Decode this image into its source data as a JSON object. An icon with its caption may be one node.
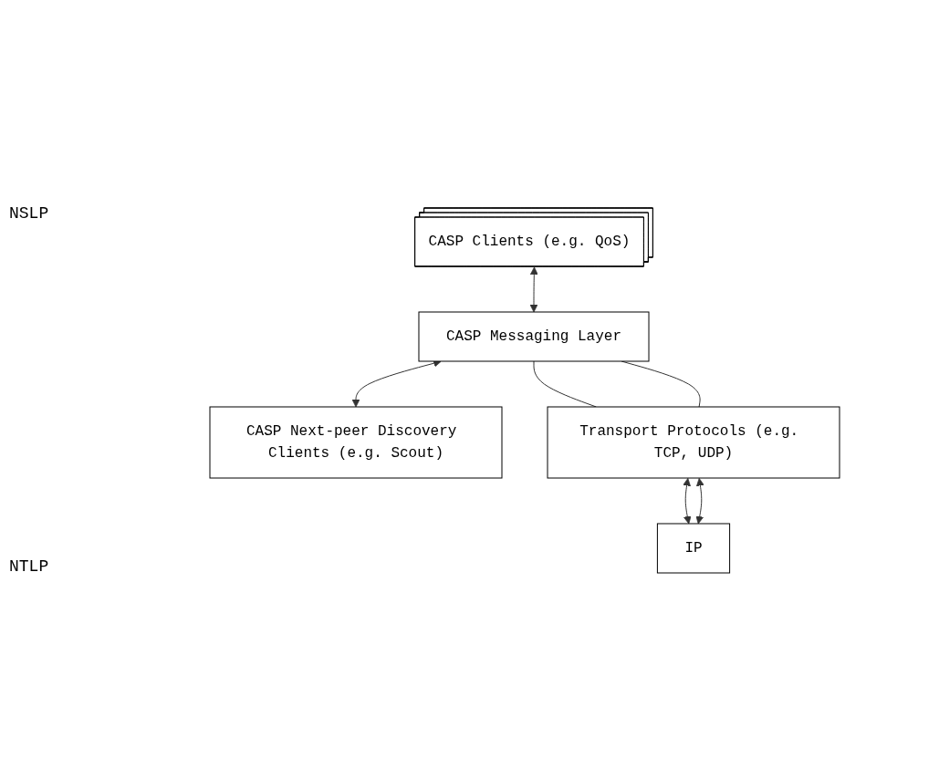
{
  "diagram": {
    "nodes": [
      {
        "text": [
          "CASP Clients (e.g. QoS)"
        ]
      },
      {
        "text": [
          "CASP Messaging Layer"
        ]
      },
      {
        "text": [
          "CASP Next-peer Discovery Clients (e.g. Scout)"
        ]
      },
      {
        "text": [
          "Transport Protocols (e.g. TCP, UDP)"
        ]
      },
      {
        "text": [
          "IP"
        ]
      }
    ],
    "edges": [
      {
        "from": 0,
        "to": 1,
        "arrow": "both"
      },
      {
        "from": 1,
        "to": 2,
        "arrow": "both"
      },
      {
        "from": 1,
        "to": 3,
        "arrow": "none"
      },
      {
        "from": 1,
        "to": 3,
        "arrow": "none"
      },
      {
        "from": 3,
        "to": 4,
        "arrow": "both"
      },
      {
        "from": 3,
        "to": 4,
        "arrow": "both"
      }
    ],
    "labels": [
      "NSLP",
      "NTLP"
    ]
  }
}
